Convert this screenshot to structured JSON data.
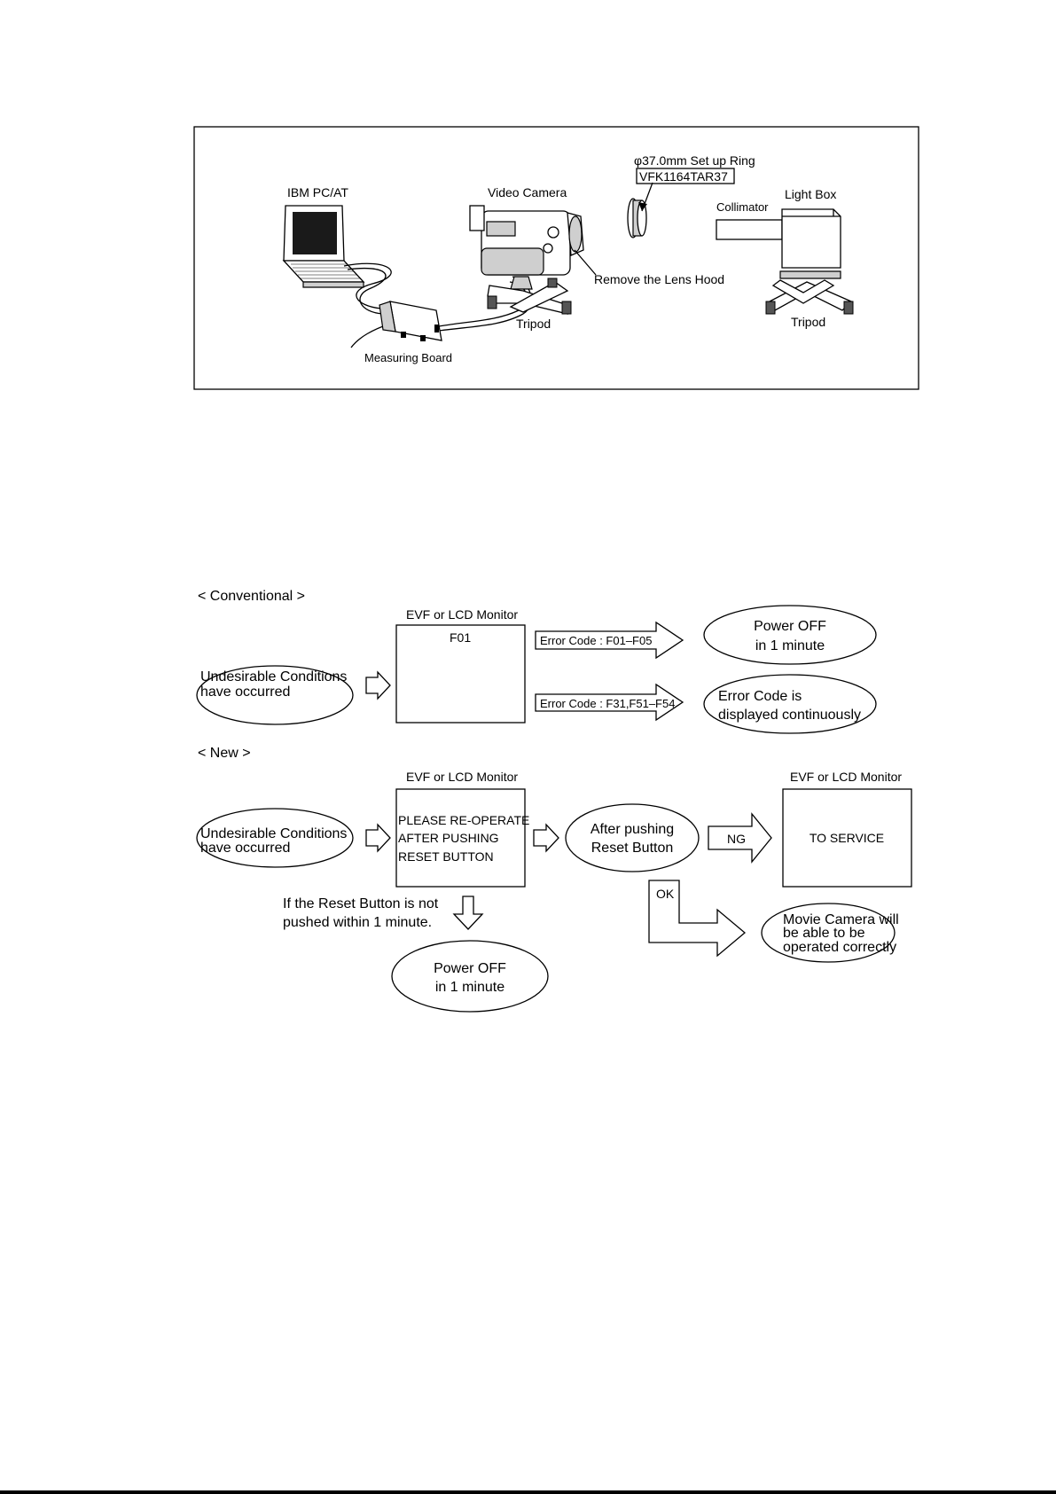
{
  "setup": {
    "ring_label": "φ37.0mm Set up Ring",
    "ring_part": "VFK1164TAR37",
    "pc_label": "IBM PC/AT",
    "camera_label": "Video Camera",
    "collimator_label": "Collimator",
    "lightbox_label": "Light Box",
    "lens_hood_label": "Remove the Lens Hood",
    "tripod_label_1": "Tripod",
    "tripod_label_2": "Tripod",
    "board_label": "Measuring Board"
  },
  "conventional": {
    "heading": "< Conventional >",
    "monitor_title": "EVF or LCD Monitor",
    "monitor_text": "F01",
    "condition_line1": "Undesirable Conditions",
    "condition_line2": "have occurred",
    "arrow1_label": "Error Code : F01–F05",
    "arrow2_label": "Error Code : F31,F51–F54",
    "result1_line1": "Power OFF",
    "result1_line2": "in 1 minute",
    "result2_line1": "Error Code is",
    "result2_line2": "displayed continuously"
  },
  "new": {
    "heading": "< New >",
    "monitor_title": "EVF or LCD Monitor",
    "monitor_line1": "PLEASE RE-OPERATE",
    "monitor_line2": "AFTER PUSHING",
    "monitor_line3": "RESET BUTTON",
    "condition_line1": "Undesirable Conditions",
    "condition_line2": "have occurred",
    "reset_line1": "After pushing",
    "reset_line2": "Reset Button",
    "ng_label": "NG",
    "ok_label": "OK",
    "service_monitor_title": "EVF or LCD Monitor",
    "service_text": "TO SERVICE",
    "note_line1": "If the Reset Button is not",
    "note_line2": "pushed within 1 minute.",
    "poweroff_line1": "Power OFF",
    "poweroff_line2": "in 1 minute",
    "correct_line1": "Movie Camera will",
    "correct_line2": "be able to be",
    "correct_line3": "operated correctly"
  }
}
